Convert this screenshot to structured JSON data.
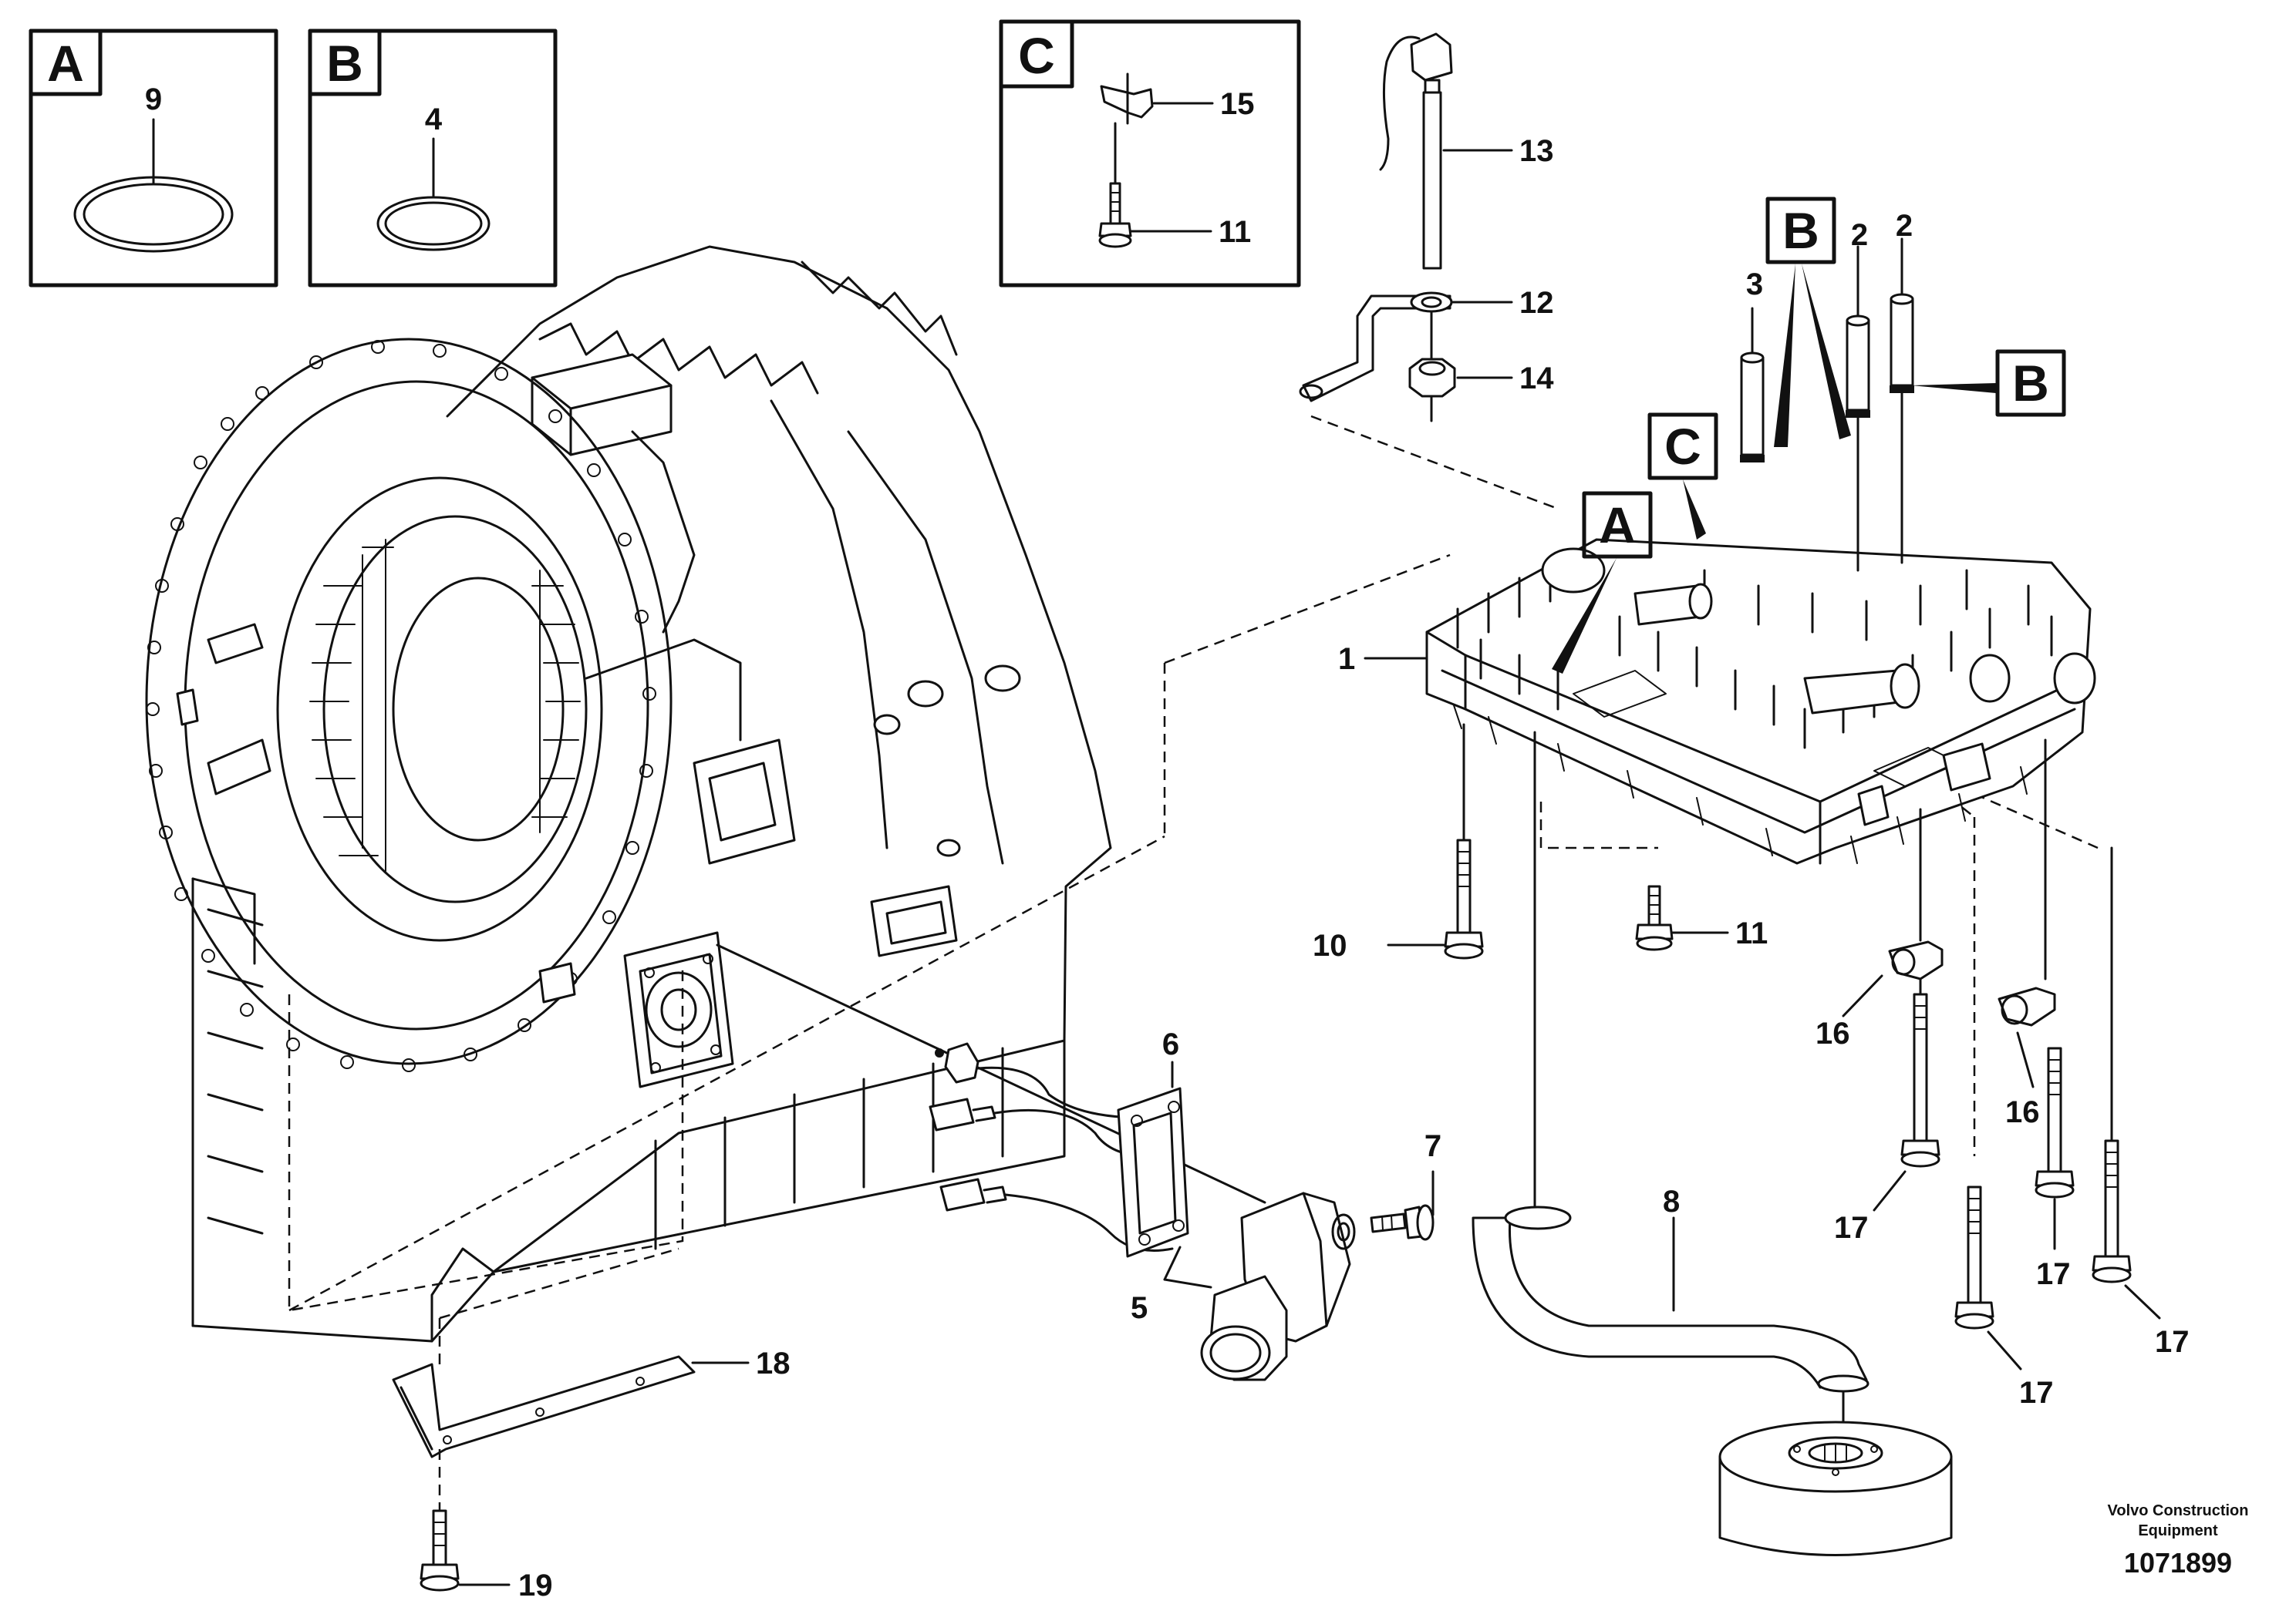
{
  "detail_boxes": [
    {
      "letter": "A",
      "part": "9"
    },
    {
      "letter": "B",
      "part": "4"
    },
    {
      "letter": "C",
      "part_top": "15",
      "part_bottom": "11"
    }
  ],
  "reference_tags": {
    "tag_b1": "B",
    "tag_b2": "B",
    "tag_c": "C",
    "tag_a": "A"
  },
  "part_labels": {
    "p1": "1",
    "p2a": "2",
    "p2b": "2",
    "p3": "3",
    "p5": "5",
    "p6": "6",
    "p7": "7",
    "p8": "8",
    "p10": "10",
    "p11": "11",
    "p12": "12",
    "p13": "13",
    "p14": "14",
    "p16a": "16",
    "p16b": "16",
    "p17a": "17",
    "p17b": "17",
    "p17c": "17",
    "p17d": "17",
    "p18": "18",
    "p19": "19"
  },
  "footer": {
    "company_line1": "Volvo Construction",
    "company_line2": "Equipment",
    "drawing_number": "1071899"
  }
}
